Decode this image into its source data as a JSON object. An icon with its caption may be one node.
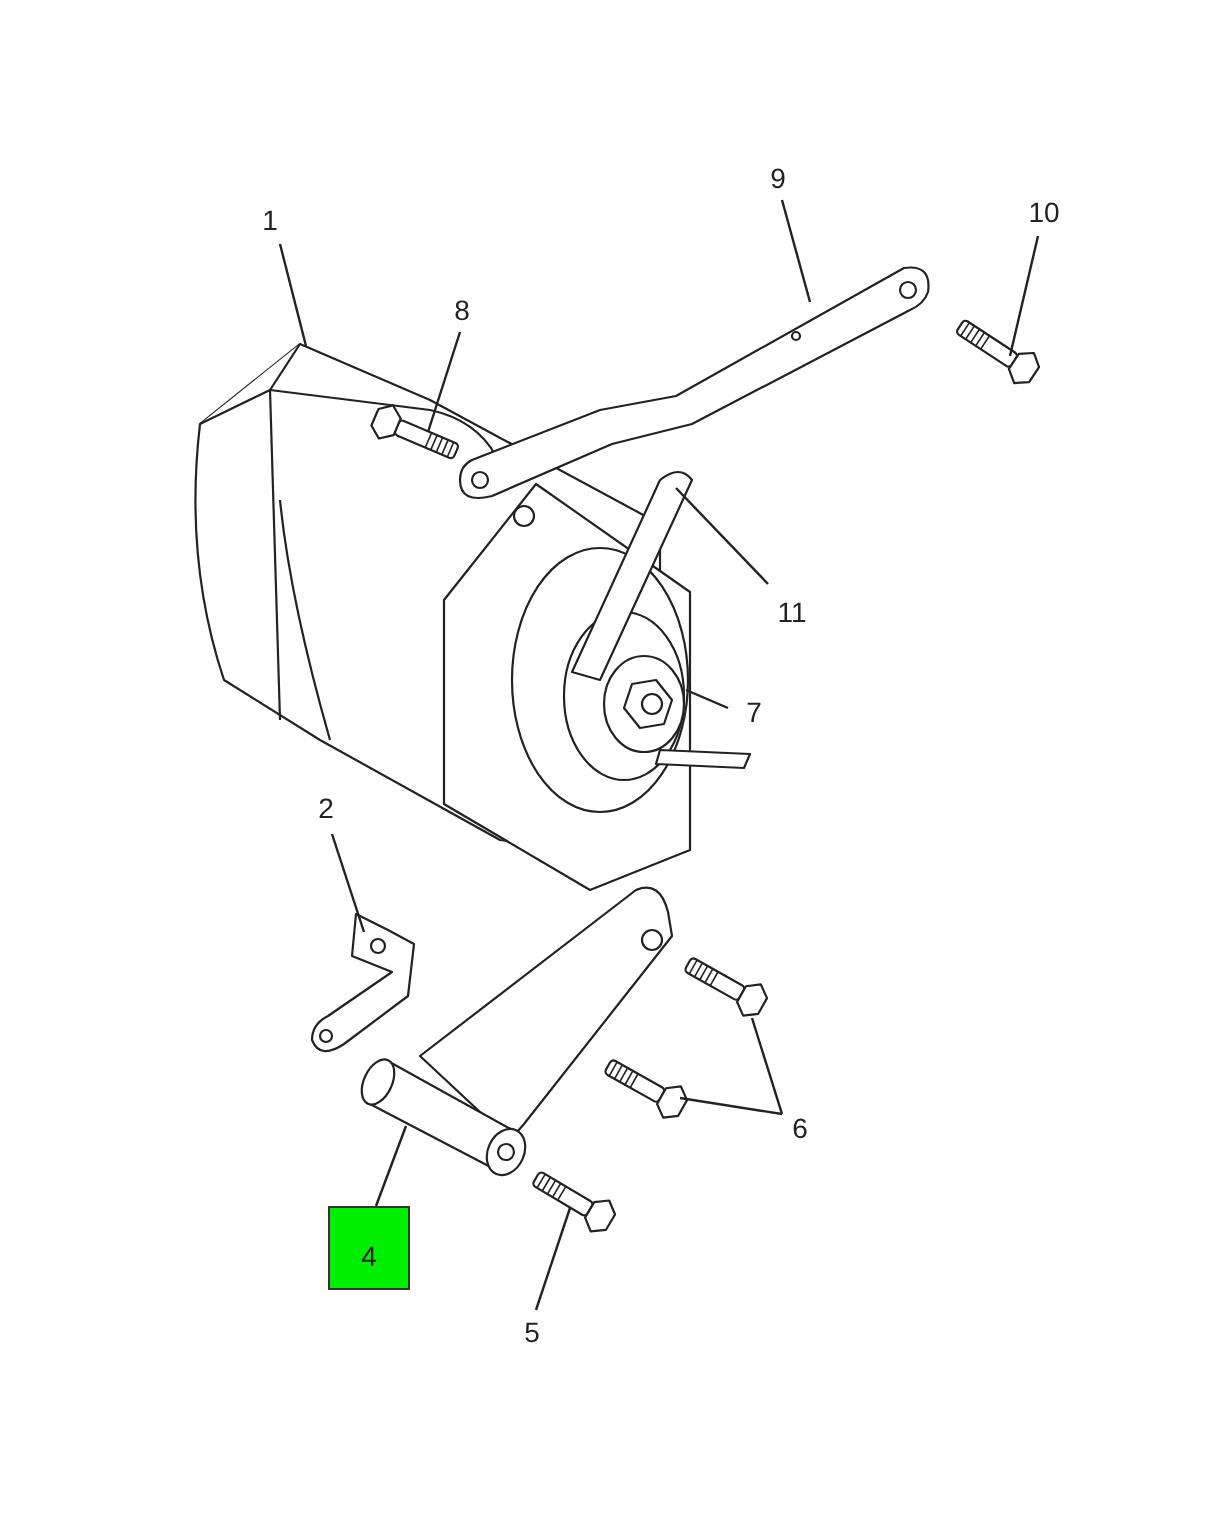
{
  "diagram": {
    "nodes": [
      {
        "text": [
          "1"
        ]
      },
      {
        "text": [],
        "shape": "picture"
      },
      {
        "text": [
          "8"
        ]
      },
      {
        "text": [],
        "shape": "picture",
        "in": 1
      },
      {
        "text": [
          "9"
        ]
      },
      {
        "text": [],
        "shape": "picture"
      },
      {
        "text": [
          "10"
        ]
      },
      {
        "text": [],
        "shape": "picture"
      },
      {
        "text": [
          "11"
        ]
      },
      {
        "text": [],
        "shape": "picture"
      },
      {
        "text": [
          "7"
        ]
      },
      {
        "text": [],
        "shape": "picture",
        "in": 1
      },
      {
        "text": [
          "2"
        ]
      },
      {
        "text": [],
        "shape": "picture"
      },
      {
        "text": [
          "6"
        ]
      },
      {
        "text": [],
        "shape": "picture"
      },
      {
        "text": [],
        "shape": "picture"
      },
      {
        "text": [
          "4"
        ]
      },
      {
        "text": [],
        "shape": "picture"
      },
      {
        "text": [
          "5"
        ]
      },
      {
        "text": [],
        "shape": "picture"
      }
    ],
    "edges": [
      {
        "from": 0,
        "to": 1,
        "arrow": "none"
      },
      {
        "from": 2,
        "to": 3,
        "arrow": "none"
      },
      {
        "from": 4,
        "to": 5,
        "arrow": "none"
      },
      {
        "from": 6,
        "to": 7,
        "arrow": "none"
      },
      {
        "from": 8,
        "to": 9,
        "arrow": "none"
      },
      {
        "from": 10,
        "to": 11,
        "arrow": "none"
      },
      {
        "from": 12,
        "to": 13,
        "arrow": "none"
      },
      {
        "from": 14,
        "to": 15,
        "arrow": "none"
      },
      {
        "from": 14,
        "to": 16,
        "arrow": "none"
      },
      {
        "from": 17,
        "to": 18,
        "arrow": "none"
      },
      {
        "from": 19,
        "to": 20,
        "arrow": "none"
      }
    ]
  }
}
